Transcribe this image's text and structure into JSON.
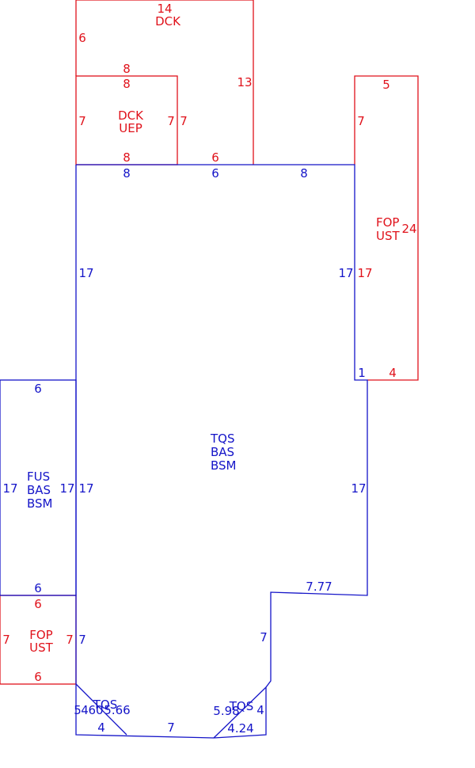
{
  "colors": {
    "red": "#e0121b",
    "blue": "#1414c8",
    "background": "#ffffff"
  },
  "labels": {
    "deck_top": {
      "dim": "14",
      "name": "DCK"
    },
    "deck_uep": {
      "name1": "DCK",
      "name2": "UEP"
    },
    "fop_right": {
      "name1": "FOP",
      "name2": "UST"
    },
    "main": {
      "name1": "TQS",
      "name2": "BAS",
      "name3": "BSM"
    },
    "fus": {
      "name1": "FUS",
      "name2": "BAS",
      "name3": "BSM"
    },
    "fop_left": {
      "name1": "FOP",
      "name2": "UST"
    },
    "tqs_left": "TQS",
    "tqs_right": "TQS"
  },
  "dims": {
    "dck_left": "6",
    "dck_mid_top": "8",
    "dck_right": "13",
    "uep_top": "8",
    "uep_left": "7",
    "uep_right_a": "7",
    "uep_right_b": "7",
    "uep_bottom": "8",
    "dck_bottom": "6",
    "fop_r_top": "5",
    "fop_r_left": "7",
    "fop_r_right": "24",
    "fop_r_inner": "17",
    "fop_r_bottom": "4",
    "main_top_a": "8",
    "main_top_b": "6",
    "main_top_c": "8",
    "main_left_upper": "17",
    "main_right_upper": "17",
    "main_step": "1",
    "main_right_lower": "17",
    "main_left_lower": "17",
    "main_left_bottom": "7",
    "main_notch": "7.77",
    "main_notch_v": "7",
    "fus_top": "6",
    "fus_left": "17",
    "fus_right": "17",
    "fus_bottom": "6",
    "fop_l_top": "6",
    "fop_l_left": "7",
    "fop_l_right": "7",
    "fop_l_bottom": "6",
    "tqs_l_a": "5",
    "tqs_l_b": "4",
    "tqs_l_c": "60",
    "tqs_l_d": "5.66",
    "tqs_l_bottom": "4",
    "bottom_mid": "7",
    "tqs_r_a": "5.98",
    "tqs_r_b": "4",
    "tqs_r_c": "4.24"
  }
}
